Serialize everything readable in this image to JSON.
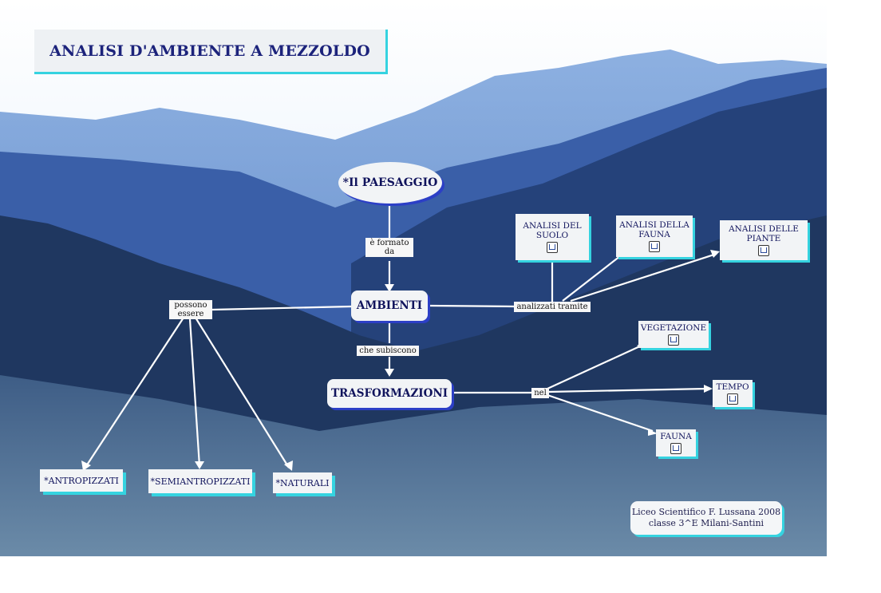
{
  "title": "ANALISI D'AMBIENTE A MEZZOLDO",
  "nodes": {
    "paesaggio": "*Il PAESAGGIO",
    "ambienti": "AMBIENTI",
    "trasformazioni": "TRASFORMAZIONI",
    "suolo_1": "ANALISI DEL",
    "suolo_2": "SUOLO",
    "fauna_1": "ANALISI DELLA",
    "fauna_2": "FAUNA",
    "piante_1": "ANALISI DELLE",
    "piante_2": "PIANTE",
    "vegetazione": "VEGETAZIONE",
    "tempo": "TEMPO",
    "fauna": "FAUNA",
    "antropizzati": "*ANTROPIZZATI",
    "semiantropizzati": "*SEMIANTROPIZZATI",
    "naturali": "*NATURALI"
  },
  "links": {
    "formato_1": "è formato",
    "formato_2": "da",
    "possono_1": "possono",
    "possono_2": "essere",
    "analizzati": "analizzati tramite",
    "subiscono": "che subiscono",
    "nel": "nel"
  },
  "credit": {
    "line1": "Liceo Scientifico F. Lussana 2008",
    "line2": "classe 3^E Milani-Santini"
  },
  "icons": [
    "submap-icon"
  ],
  "colors": {
    "title_text": "#1c237b",
    "accent_cyan": "#35d3e0",
    "shadow_blue": "#2c3fc6"
  }
}
